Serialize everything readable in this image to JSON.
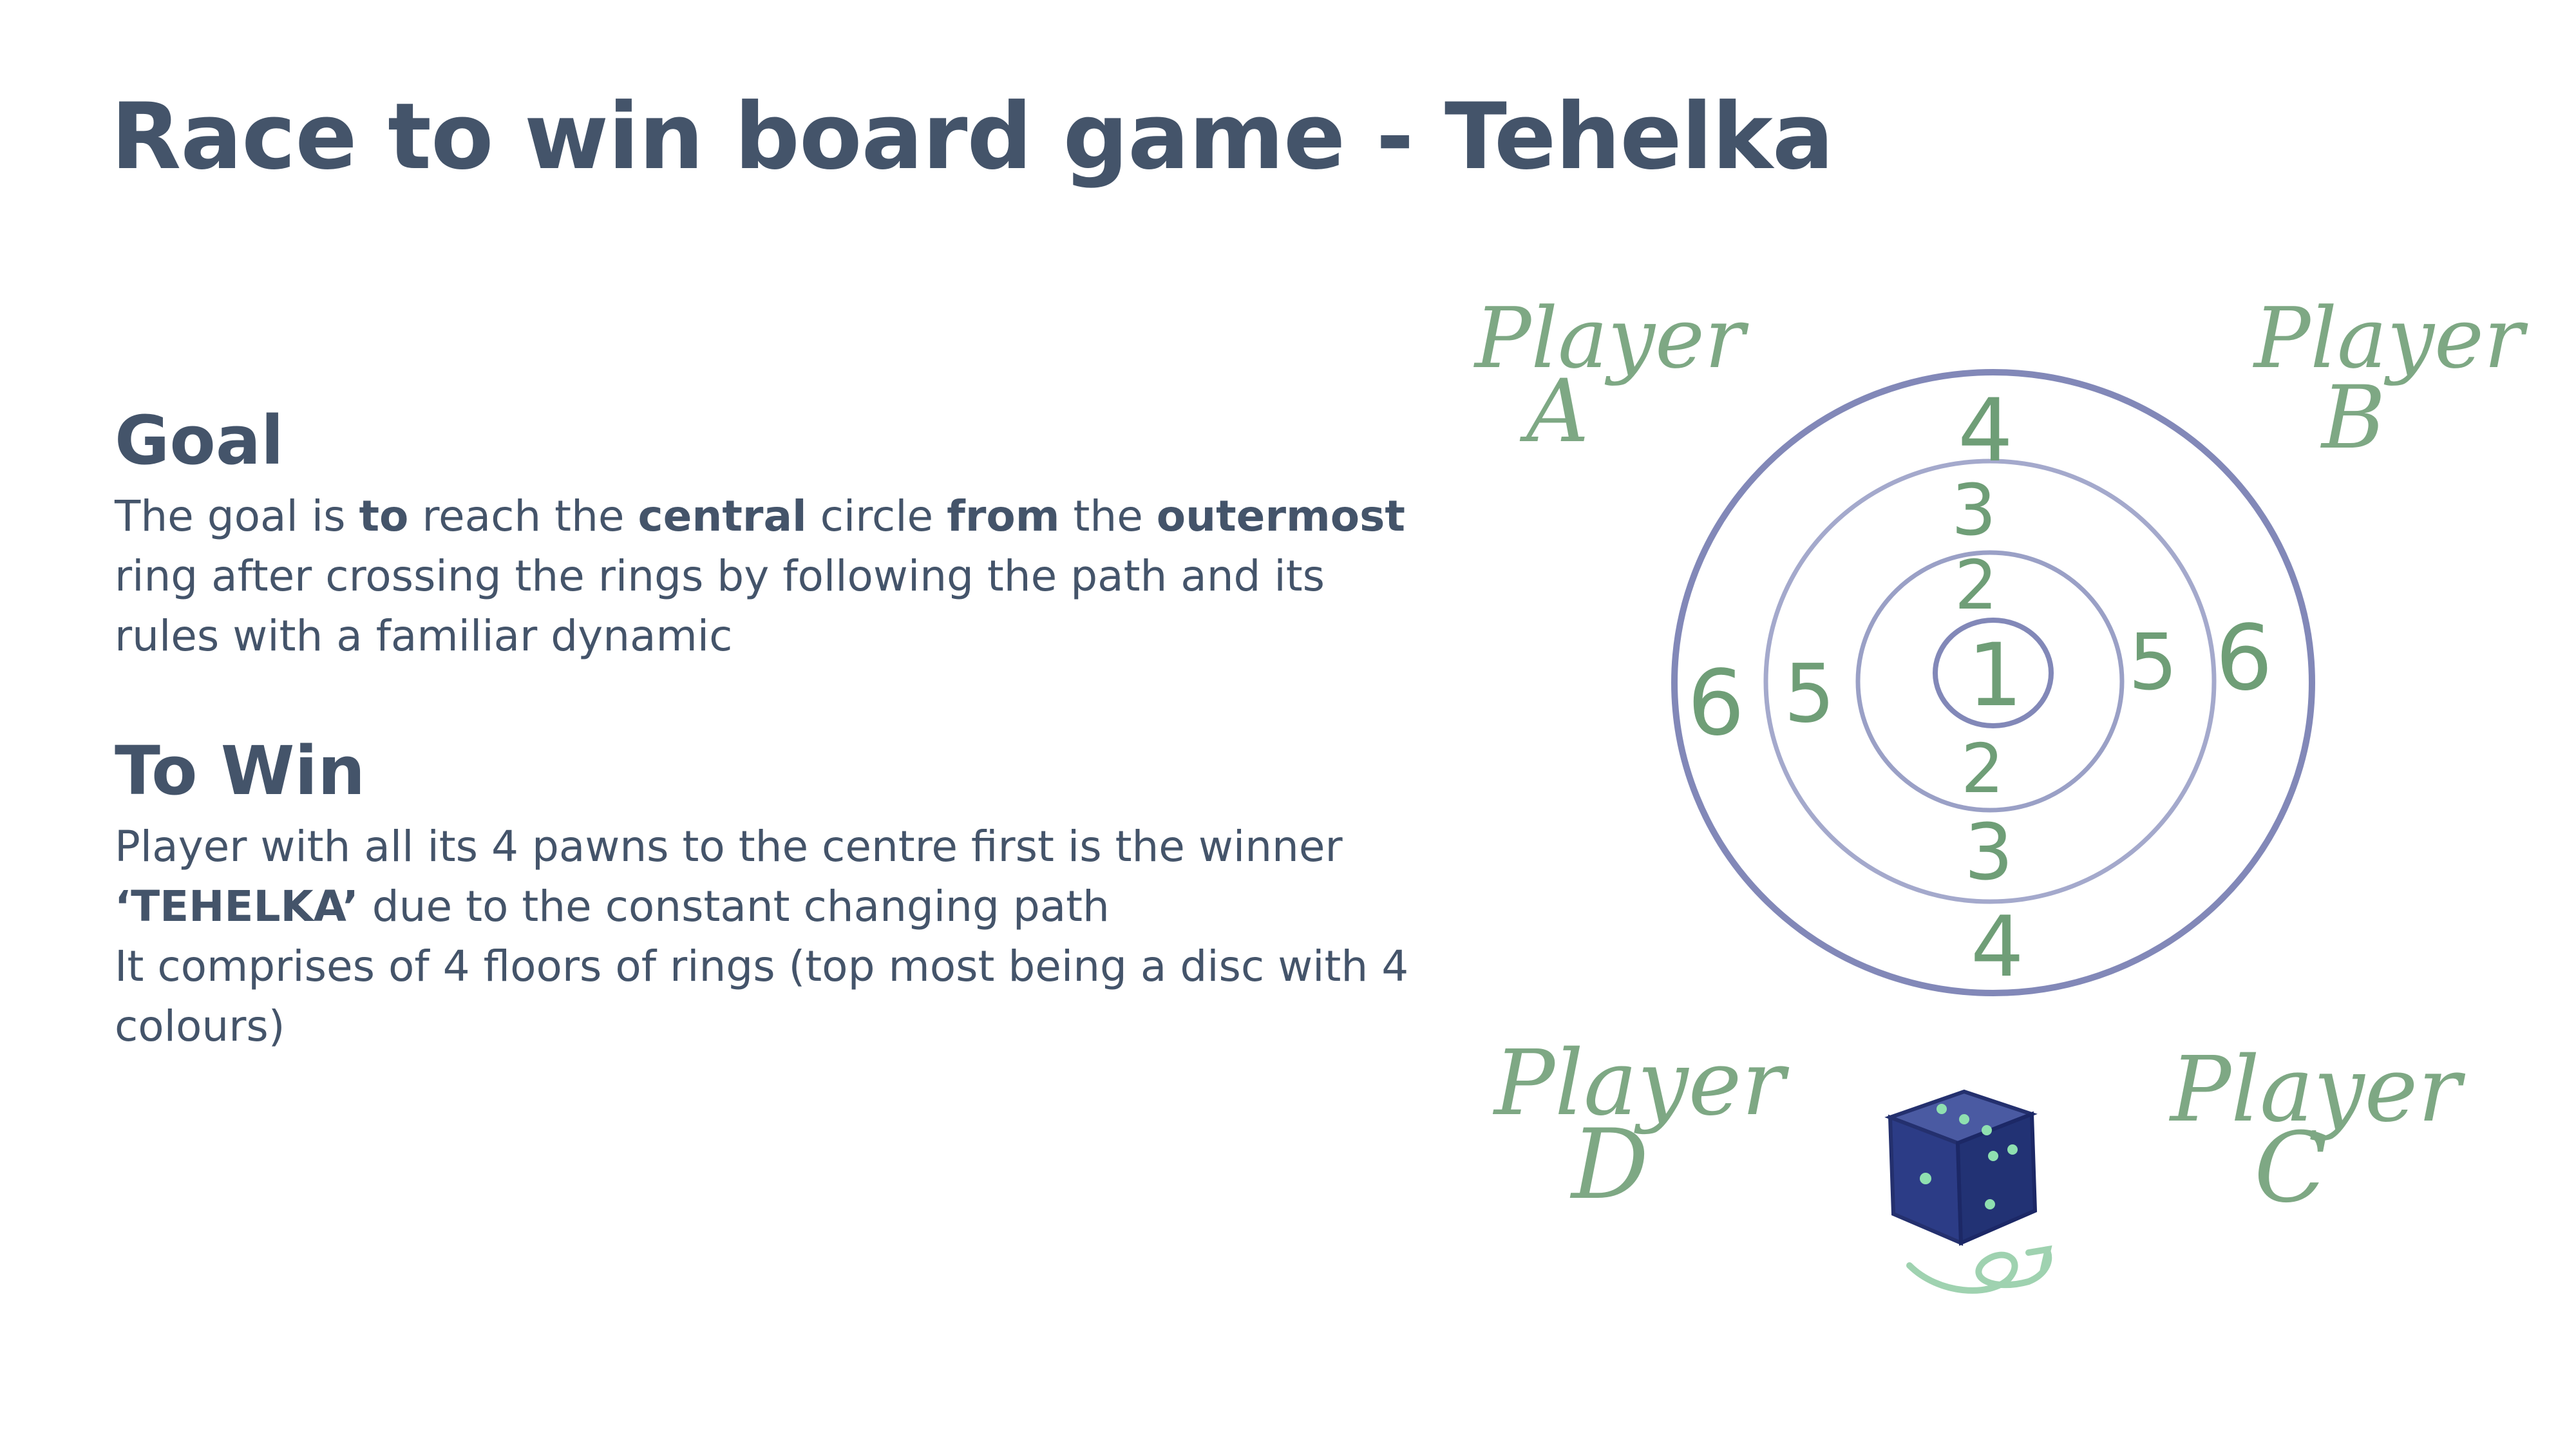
{
  "slide": {
    "title": "Race to win board game - Tehelka"
  },
  "goal": {
    "heading": "Goal",
    "text_parts": [
      "The goal is ",
      "to",
      " reach the ",
      "central",
      " circle ",
      "from",
      " the ",
      "outermost"
    ],
    "line2": "ring after crossing the rings by following the path and its",
    "line3": "rules with a familiar dynamic"
  },
  "to_win": {
    "heading": "To Win",
    "line1": "Player with all its 4 pawns to the centre first is the winner",
    "line2_bold": "‘TEHELKA’",
    "line2_rest": " due to the constant changing path",
    "line3": "It comprises of 4 floors of rings (top most being a disc with 4",
    "line4": "colours)"
  },
  "board": {
    "players": {
      "a": {
        "word": "Player",
        "letter": "A"
      },
      "b": {
        "word": "Player",
        "letter": "B"
      },
      "c": {
        "word": "Player",
        "letter": "C"
      },
      "d": {
        "word": "Player",
        "letter": "D"
      }
    },
    "ring_numbers": {
      "top": [
        "4",
        "3",
        "2"
      ],
      "center": "1",
      "bottom": [
        "2",
        "3",
        "4"
      ],
      "left": [
        "6",
        "5"
      ],
      "right": [
        "5",
        "6"
      ]
    },
    "colors": {
      "rings": "#8288b8",
      "handwriting": "#7ea884",
      "die": "#2c3c86"
    }
  }
}
